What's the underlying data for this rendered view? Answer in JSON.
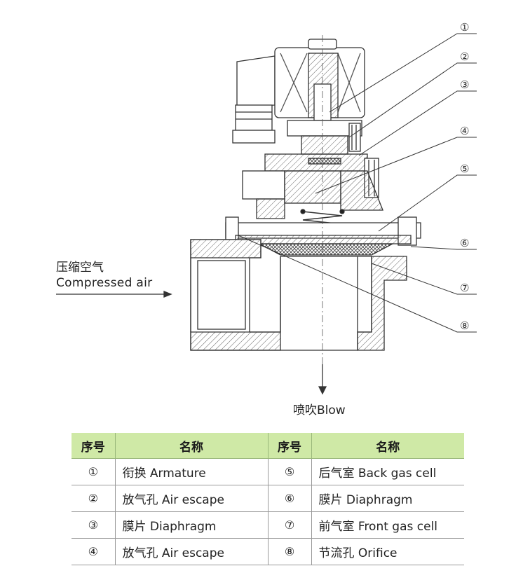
{
  "callouts": [
    "①",
    "②",
    "③",
    "④",
    "⑤",
    "⑥",
    "⑦",
    "⑧"
  ],
  "inlet_label_cn": "压缩空气",
  "inlet_label_en": "Compressed air",
  "outlet_label": "喷吹Blow",
  "table": {
    "headers": [
      "序号",
      "名称",
      "序号",
      "名称"
    ],
    "rows": [
      [
        "①",
        "衔换 Armature",
        "⑤",
        "后气室 Back gas cell"
      ],
      [
        "②",
        "放气孔 Air escape",
        "⑥",
        "膜片 Diaphragm"
      ],
      [
        "③",
        "膜片 Diaphragm",
        "⑦",
        "前气室 Front gas cell"
      ],
      [
        "④",
        "放气孔 Air escape",
        "⑧",
        "节流孔 Orifice"
      ]
    ]
  },
  "colors": {
    "header_bg": "#cfe9a6",
    "line": "#333333"
  }
}
